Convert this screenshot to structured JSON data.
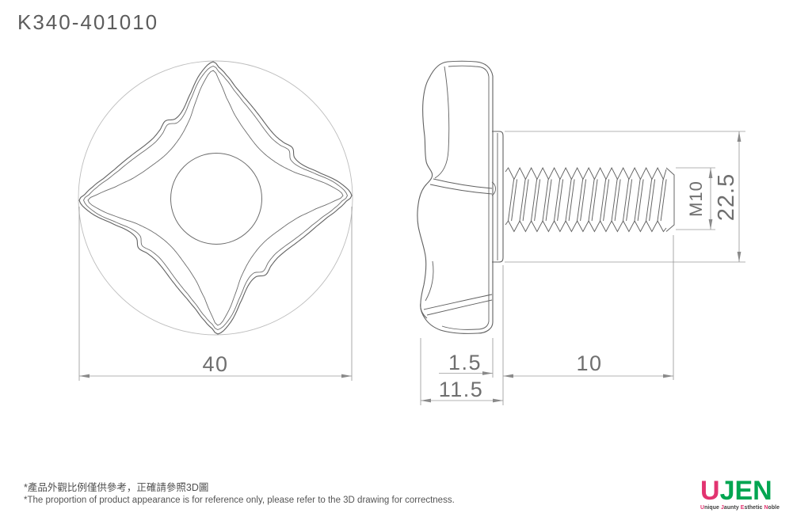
{
  "title": "K340-401010",
  "front_view": {
    "width_dim": "40"
  },
  "side_view": {
    "flange_dim": "1.5",
    "thread_len_dim": "10",
    "total_len_dim": "11.5",
    "thread_spec": "M10",
    "flange_dia_dim": "22.5"
  },
  "notes": {
    "line1_zh": "*產品外觀比例僅供參考，正確請參照3D圖",
    "line2_en": "*The proportion of product appearance is for reference only, please refer to the 3D drawing for correctness."
  },
  "logo": {
    "name_parts": [
      {
        "text": "U",
        "color": "#e23370"
      },
      {
        "text": "JEN",
        "color": "#00a551"
      }
    ],
    "tagline_words": [
      {
        "first": "U",
        "rest": "nique"
      },
      {
        "first": "J",
        "rest": "aunty"
      },
      {
        "first": "E",
        "rest": "sthetic"
      },
      {
        "first": "N",
        "rest": "oble"
      }
    ],
    "tagline_first_color": "#e23370",
    "tagline_rest_color": "#3d3d3d"
  },
  "colors": {
    "outline": "#616161",
    "detail_line": "#6d6d6d",
    "dim_line": "#9a9a9a",
    "phantom": "#bdbdbd",
    "arrow": "#8a8a8a",
    "dim_text": "#6f6f6f"
  }
}
